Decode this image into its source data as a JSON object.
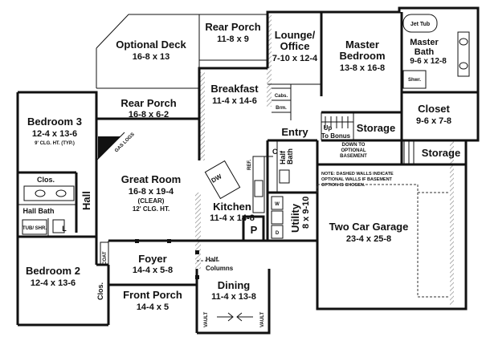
{
  "plan": {
    "rooms": {
      "rear_porch_top": {
        "name": "Rear Porch",
        "dim": "11-8 x 9"
      },
      "optional_deck": {
        "name": "Optional Deck",
        "dim": "16-8 x 13"
      },
      "lounge_office": {
        "name_line1": "Lounge/",
        "name_line2": "Office",
        "dim": "7-10 x 12-4"
      },
      "master_bedroom": {
        "name_line1": "Master",
        "name_line2": "Bedroom",
        "dim": "13-8 x 16-8"
      },
      "master_bath": {
        "name_line1": "Master",
        "name_line2": "Bath",
        "dim": "9-6 x 12-8"
      },
      "rear_porch_mid": {
        "name": "Rear Porch",
        "dim": "16-8 x 6-2"
      },
      "breakfast": {
        "name": "Breakfast",
        "dim": "11-4 x 14-6"
      },
      "bedroom3": {
        "name": "Bedroom 3",
        "dim": "12-4 x 13-6",
        "note": "9' CLG. HT. (TYP.)"
      },
      "closet": {
        "name": "Closet",
        "dim": "9-6 x 7-8"
      },
      "entry": {
        "name": "Entry"
      },
      "storage_upper": {
        "name": "Storage"
      },
      "storage_lower": {
        "name": "Storage"
      },
      "great_room": {
        "name": "Great Room",
        "dim": "16-8 x 19-4",
        "note1": "(CLEAR)",
        "note2": "12' CLG. HT."
      },
      "kitchen": {
        "name": "Kitchen",
        "dim": "11-4 x 14-8"
      },
      "utility": {
        "name": "Utility",
        "dim": "8 x 9-10"
      },
      "two_car_garage": {
        "name": "Two Car Garage",
        "dim": "23-4 x 25-8"
      },
      "hall_bath": {
        "name": "Hall Bath"
      },
      "hall": {
        "name": "Hall"
      },
      "bedroom2": {
        "name": "Bedroom 2",
        "dim": "12-4 x 13-6"
      },
      "foyer": {
        "name": "Foyer",
        "dim": "14-4 x 5-8"
      },
      "front_porch": {
        "name": "Front Porch",
        "dim": "14-4 x 5"
      },
      "dining": {
        "name": "Dining",
        "dim": "11-4 x 13-8"
      }
    },
    "labels": {
      "jet_tub": "Jet Tub",
      "shower": "Shwr.",
      "cabs": "Cabs.",
      "brm": "Brm.",
      "up_to_bonus_line1": "Up",
      "up_to_bonus_line2": "To Bonus",
      "down_to_basement_line1": "DOWN TO",
      "down_to_basement_line2": "OPTIONAL",
      "down_to_basement_line3": "BASEMENT",
      "half_bath_line1": "Half",
      "half_bath_line2": "Bath",
      "c": "C",
      "ref": "REF.",
      "dw": "DW",
      "p": "P",
      "w": "W",
      "d": "D",
      "gas_logs": "GAS LOGS",
      "closet_bedroom3": "Clos.",
      "closet_bedroom2": "Clos.",
      "coat": "COAT",
      "tub_shr": "TUB/ SHR.",
      "l": "L",
      "half_columns_line1": "Half",
      "half_columns_line2": "Columns",
      "vault_left": "VAULT",
      "vault_right": "VAULT",
      "basement_note_line1": "NOTE: DASHED WALLS INDICATE",
      "basement_note_line2": "OPTIONAL WALLS IF BASEMENT",
      "basement_note_line3": "OPTION IS CHOSEN."
    }
  }
}
